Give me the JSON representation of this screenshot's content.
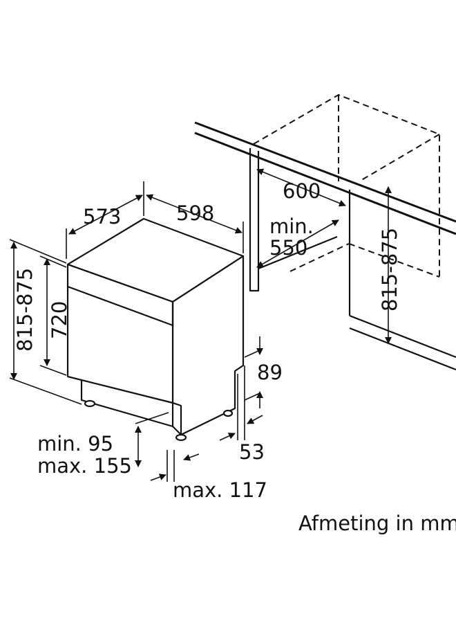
{
  "dimensions": {
    "depth": "573",
    "width": "598",
    "niche_width": "600",
    "niche_depth_min_line1": "min.",
    "niche_depth_min_line2": "550",
    "niche_height": "815-875",
    "appliance_height": "815-875",
    "door_height": "720",
    "plinth_height": "89",
    "foot_height": "53",
    "plinth_min_line1": "min. 95",
    "plinth_max_line2": "max. 155",
    "plinth_depth": "max. 117"
  },
  "caption": "Afmeting in mm"
}
